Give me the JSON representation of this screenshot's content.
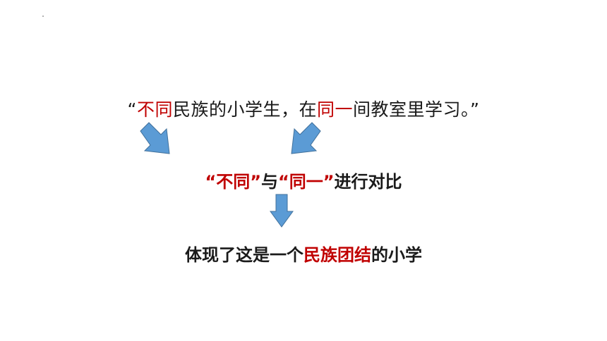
{
  "slide": {
    "line1": {
      "open_quote": "“",
      "red_1": "不同",
      "mid": "民族的小学生，在",
      "red_2": "同一",
      "end": "间教室里学习。",
      "close_quote": "”"
    },
    "line2": {
      "part_a": "“不同”",
      "part_b": "与",
      "part_c": "“同一”",
      "part_d": "进行对比"
    },
    "line3": {
      "part_a": "体现了这是一个",
      "part_b": "民族团结",
      "part_c": "的小学"
    }
  },
  "colors": {
    "accent_red": "#c00000",
    "arrow_blue": "#5b9bd5",
    "arrow_border": "#41719c",
    "text": "#1a1a1a"
  },
  "icons": [
    "arrow-down-right-icon",
    "arrow-down-left-icon",
    "arrow-down-icon"
  ]
}
